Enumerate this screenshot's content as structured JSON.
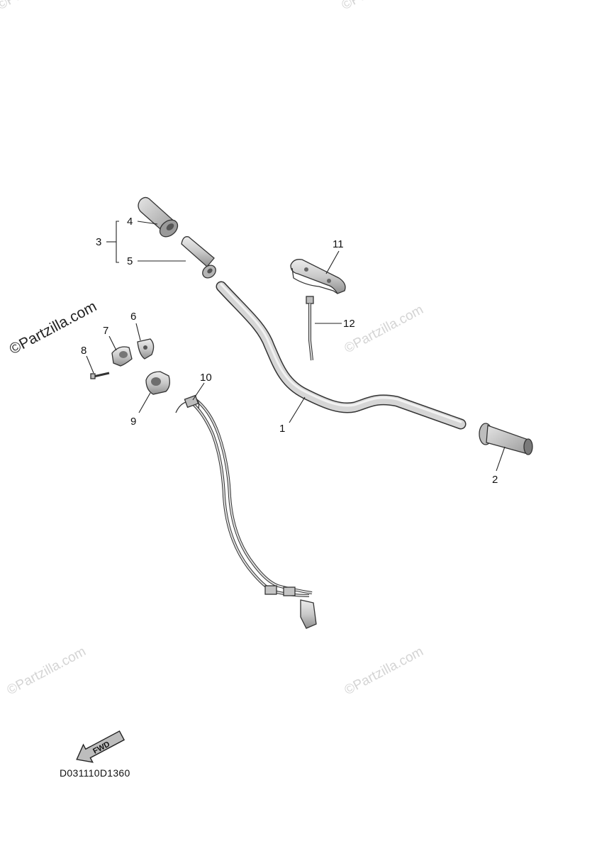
{
  "watermark": {
    "text": "Partzilla.com",
    "symbol": "©",
    "color_light": "#d4d4d4",
    "color_dark": "#222222"
  },
  "callouts": [
    {
      "label": "1"
    },
    {
      "label": "2"
    },
    {
      "label": "3"
    },
    {
      "label": "4"
    },
    {
      "label": "5"
    },
    {
      "label": "6"
    },
    {
      "label": "7"
    },
    {
      "label": "8"
    },
    {
      "label": "9"
    },
    {
      "label": "10"
    },
    {
      "label": "11"
    },
    {
      "label": "12"
    }
  ],
  "fwd_arrow": {
    "label": "FWD"
  },
  "diagram_code": "D031110D1360",
  "colors": {
    "part_fill": "#c8c8c8",
    "part_light": "#e6e6e6",
    "part_dark": "#8a8a8a",
    "outline": "#333333"
  }
}
